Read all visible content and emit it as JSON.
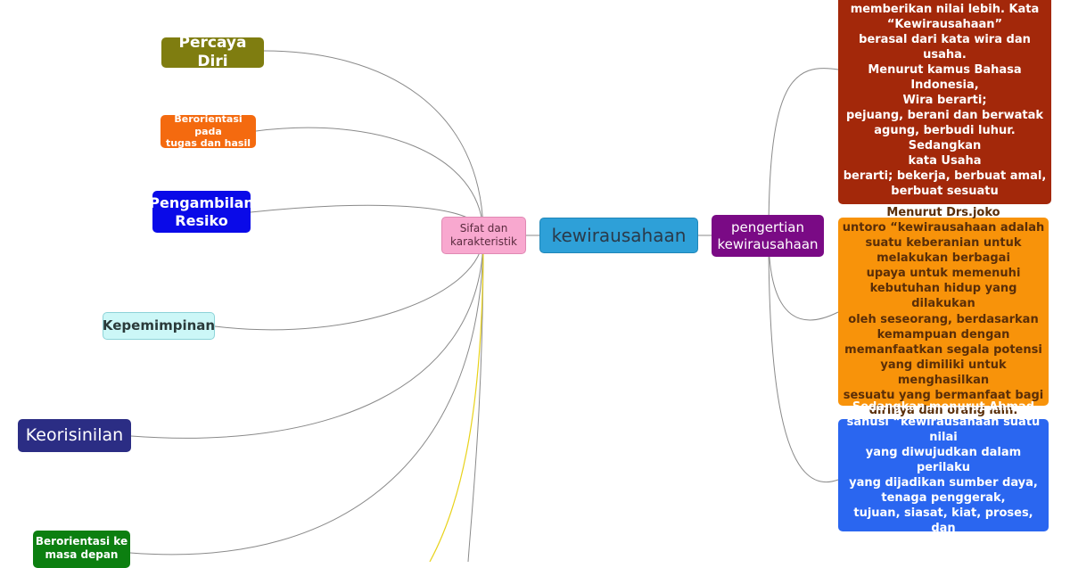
{
  "map": {
    "center": "kewirausahaan",
    "sifat": "Sifat dan\nkarakteristik",
    "pengertian": "pengertian\nkewirausahaan",
    "traits": {
      "percaya_diri": "Percaya Diri",
      "tugas_hasil": "Berorientasi pada\ntugas dan hasil",
      "pengambilan_resiko": "Pengambilan\nResiko",
      "kepemimpinan": "Kepemimpinan",
      "keorisinilan": "Keorisinilan",
      "masa_depan": "Berorientasi ke\nmasa depan"
    },
    "definitions": {
      "def1": "melakukan sesuatu yang baru\ndengan cara kreatif dan penuh\ninovasi yang\nbermanfaat bagi orang lain dan\nmemberikan nilai lebih. Kata\n“Kewirausahaan”\nberasal dari kata wira dan usaha.\nMenurut kamus Bahasa Indonesia,\nWira berarti;\npejuang, berani dan berwatak\nagung, berbudi luhur. Sedangkan\nkata Usaha\nberarti; bekerja, berbuat amal,\nberbuat sesuatu",
      "def2": "Menurut Drs.joko\nuntoro “kewirausahaan adalah\nsuatu keberanian untuk\nmelakukan berbagai\nupaya untuk memenuhi\nkebutuhan hidup yang dilakukan\noleh seseorang, berdasarkan\nkemampuan dengan\nmemanfaatkan segala potensi\nyang dimiliki untuk menghasilkan\nsesuatu yang bermanfaat bagi\ndirinya dan orang lain.",
      "def3": "Sedangkan  menurut Ahmad\nsanusi “kewirausahaan suatu nilai\nyang diwujudkan dalam perilaku\nyang dijadikan sumber daya,\ntenaga penggerak,\ntujuan, siasat, kiat, proses, dan\nhasil bisnis”."
    }
  },
  "colors": {
    "center": "#2ea0d8",
    "sifat": "#f8a8cf",
    "pengertian": "#7a0a85",
    "percaya_diri": "#7f7d10",
    "tugas_hasil": "#f46a0f",
    "pengambilan_resiko": "#0a0ae8",
    "kepemimpinan": "#ccf7f7",
    "keorisinilan": "#2b2d84",
    "masa_depan": "#0c7f10",
    "def1": "#a3280a",
    "def2": "#f8930a",
    "def3": "#2a66f0",
    "connector": "#8a8a8a",
    "connector_highlight": "#e8d21a"
  }
}
